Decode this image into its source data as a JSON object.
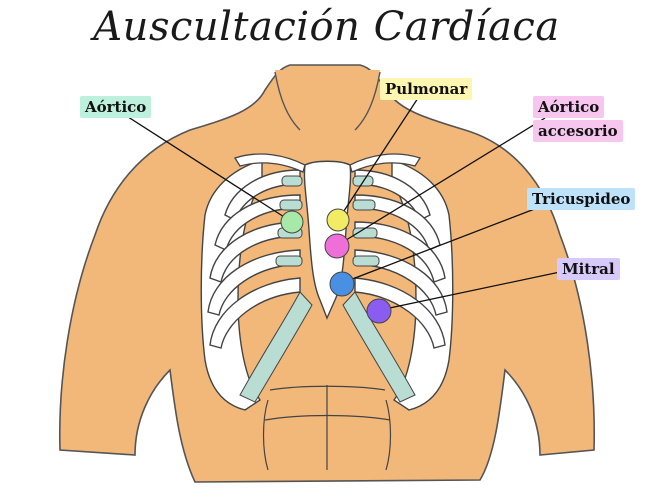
{
  "title": "Auscultación Cardíaca",
  "labels": {
    "aortico": "Aórtico",
    "pulmonar": "Pulmonar",
    "aortico_accesorio_line1": "Aórtico",
    "aortico_accesorio_line2": "accesorio",
    "tricuspideo": "Tricuspideo",
    "mitral": "Mitral"
  },
  "colors": {
    "skin": "#f2b87a",
    "skin_shadow": "#e39a58",
    "rib_cartilage": "#b9dcd3",
    "aortico": "#a8e8a8",
    "pulmonar": "#f1ec63",
    "aortico_accesorio": "#ef6fd8",
    "tricuspideo": "#4a90e2",
    "mitral": "#8b5cf0"
  }
}
